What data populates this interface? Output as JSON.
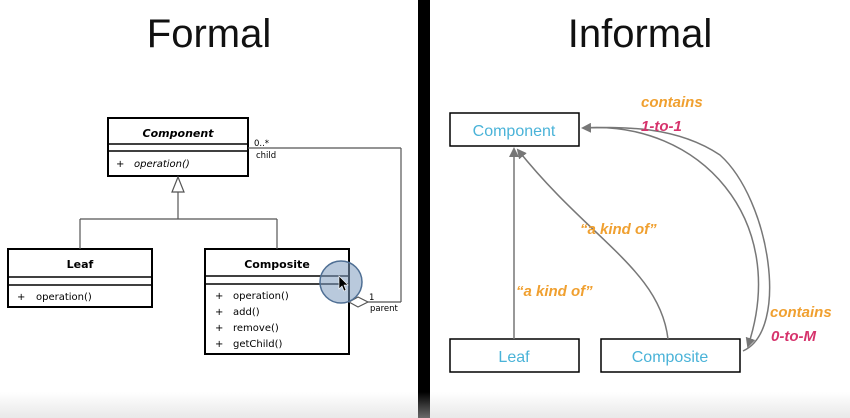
{
  "formal": {
    "title": "Formal",
    "component": {
      "name": "Component",
      "ops": [
        "operation()"
      ]
    },
    "leaf": {
      "name": "Leaf",
      "ops": [
        "operation()"
      ]
    },
    "composite": {
      "name": "Composite",
      "ops": [
        "operation()",
        "add()",
        "remove()",
        "getChild()"
      ]
    },
    "multiplicity_child": "0..*",
    "role_child": "child",
    "multiplicity_parent": "1",
    "role_parent": "parent",
    "visibility_marker": "+"
  },
  "informal": {
    "title": "Informal",
    "component_label": "Component",
    "leaf_label": "Leaf",
    "composite_label": "Composite",
    "kind_of_label_1": "“a kind of”",
    "kind_of_label_2": "“a kind of”",
    "contains_top": "contains",
    "contains_top_mult": "1-to-1",
    "contains_bottom": "contains",
    "contains_bottom_mult": "0-to-M"
  },
  "colors": {
    "box_text": "#4ab3d8",
    "label_orange": "#f0a030",
    "label_red": "#d6336c",
    "cursor_circle": "#6f8fb4"
  }
}
